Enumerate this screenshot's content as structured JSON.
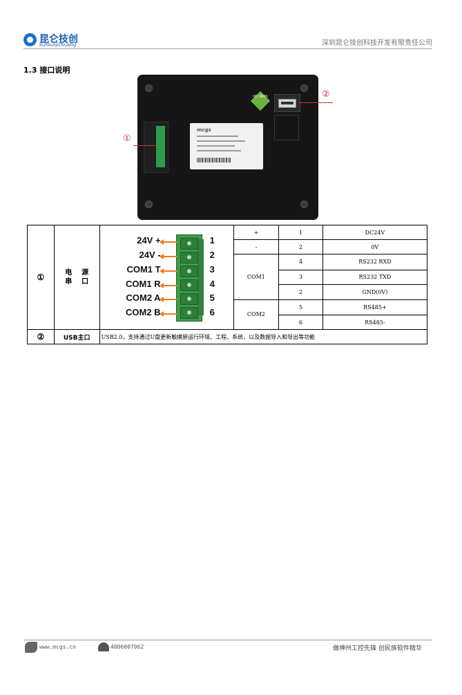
{
  "header": {
    "logo_cn": "昆仑技创",
    "logo_en": "kunlunjichuang",
    "company": "深圳昆仑技创科技开发有限责任公司"
  },
  "section_title": "1.3  接口说明",
  "photo": {
    "callout_1": "①",
    "callout_2": "②",
    "label_brand": "mcgs",
    "qc_text": "QC PASS"
  },
  "table": {
    "row1_marker": "①",
    "row1_name": "电    源\n串    口",
    "connector_pins": [
      {
        "label": "24V +",
        "num": "1"
      },
      {
        "label": "24V -",
        "num": "2"
      },
      {
        "label": "COM1 T",
        "num": "3"
      },
      {
        "label": "COM1 R",
        "num": "4"
      },
      {
        "label": "COM2 A",
        "num": "5"
      },
      {
        "label": "COM2 B",
        "num": "6"
      }
    ],
    "group_com1": "COM1",
    "group_com2": "COM2",
    "rows": [
      {
        "signal": "+",
        "pin": "1",
        "desc": "DC24V"
      },
      {
        "signal": "-",
        "pin": "2",
        "desc": "0V"
      },
      {
        "pin": "4",
        "desc": "RS232 RXD"
      },
      {
        "pin": "3",
        "desc": "RS232 TXD"
      },
      {
        "pin": "2",
        "desc": "GND(0V)"
      },
      {
        "pin": "5",
        "desc": "RS485+"
      },
      {
        "pin": "6",
        "desc": "RS485-"
      }
    ],
    "row2_marker": "②",
    "row2_name": "USB主口",
    "row2_desc": "USB2.0，支持通过U盘更新触摸屏运行环境、工程、系统，以及数据导入和导出等功能"
  },
  "footer": {
    "website": "www.mcgs.cn",
    "phone": "4006007062",
    "slogan": "做神州工控先锋  创民族软件精华"
  },
  "colors": {
    "brand_blue": "#1e5fae",
    "callout_red": "#c8322d",
    "arrow_orange": "#ea7a23",
    "terminal_green": "#3e9b4a"
  }
}
